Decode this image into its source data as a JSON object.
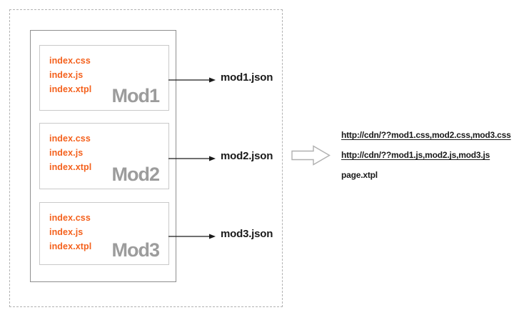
{
  "modules": [
    {
      "name": "Mod1",
      "files": [
        "index.css",
        "index.js",
        "index.xtpl"
      ],
      "output": "mod1.json"
    },
    {
      "name": "Mod2",
      "files": [
        "index.css",
        "index.js",
        "index.xtpl"
      ],
      "output": "mod2.json"
    },
    {
      "name": "Mod3",
      "files": [
        "index.css",
        "index.js",
        "index.xtpl"
      ],
      "output": "mod3.json"
    }
  ],
  "results": [
    {
      "text": "http://cdn/??mod1.css,mod2.css,mod3.css",
      "underlined": true
    },
    {
      "text": "http://cdn/??mod1.js,mod2.js,mod3.js",
      "underlined": true
    },
    {
      "text": "page.xtpl",
      "underlined": false
    }
  ],
  "icons": {
    "module_output_arrow": "right-arrow",
    "combine_arrow": "hollow-right-arrow"
  },
  "colors": {
    "file_text": "#f4611d",
    "module_name": "#9c9c9c",
    "frame_dashed": "#b2b2b2",
    "frame_solid": "#8f8f8f",
    "frame_module": "#c9c9c9",
    "arrow": "#1a1a1a",
    "big_arrow_outline": "#b0b0b0",
    "text": "#1a1a1a"
  }
}
